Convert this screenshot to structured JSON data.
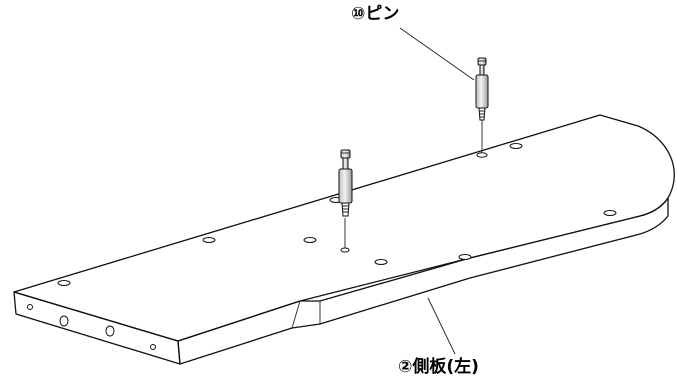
{
  "labels": {
    "pin": "⑩ピン",
    "side_panel": "②側板(左)"
  },
  "parts": [
    {
      "id": "pin",
      "count": 2
    },
    {
      "id": "side_panel",
      "side": "left"
    }
  ],
  "colors": {
    "line": "#111111",
    "background": "#ffffff",
    "pin_fill": "#d9d9d9"
  }
}
